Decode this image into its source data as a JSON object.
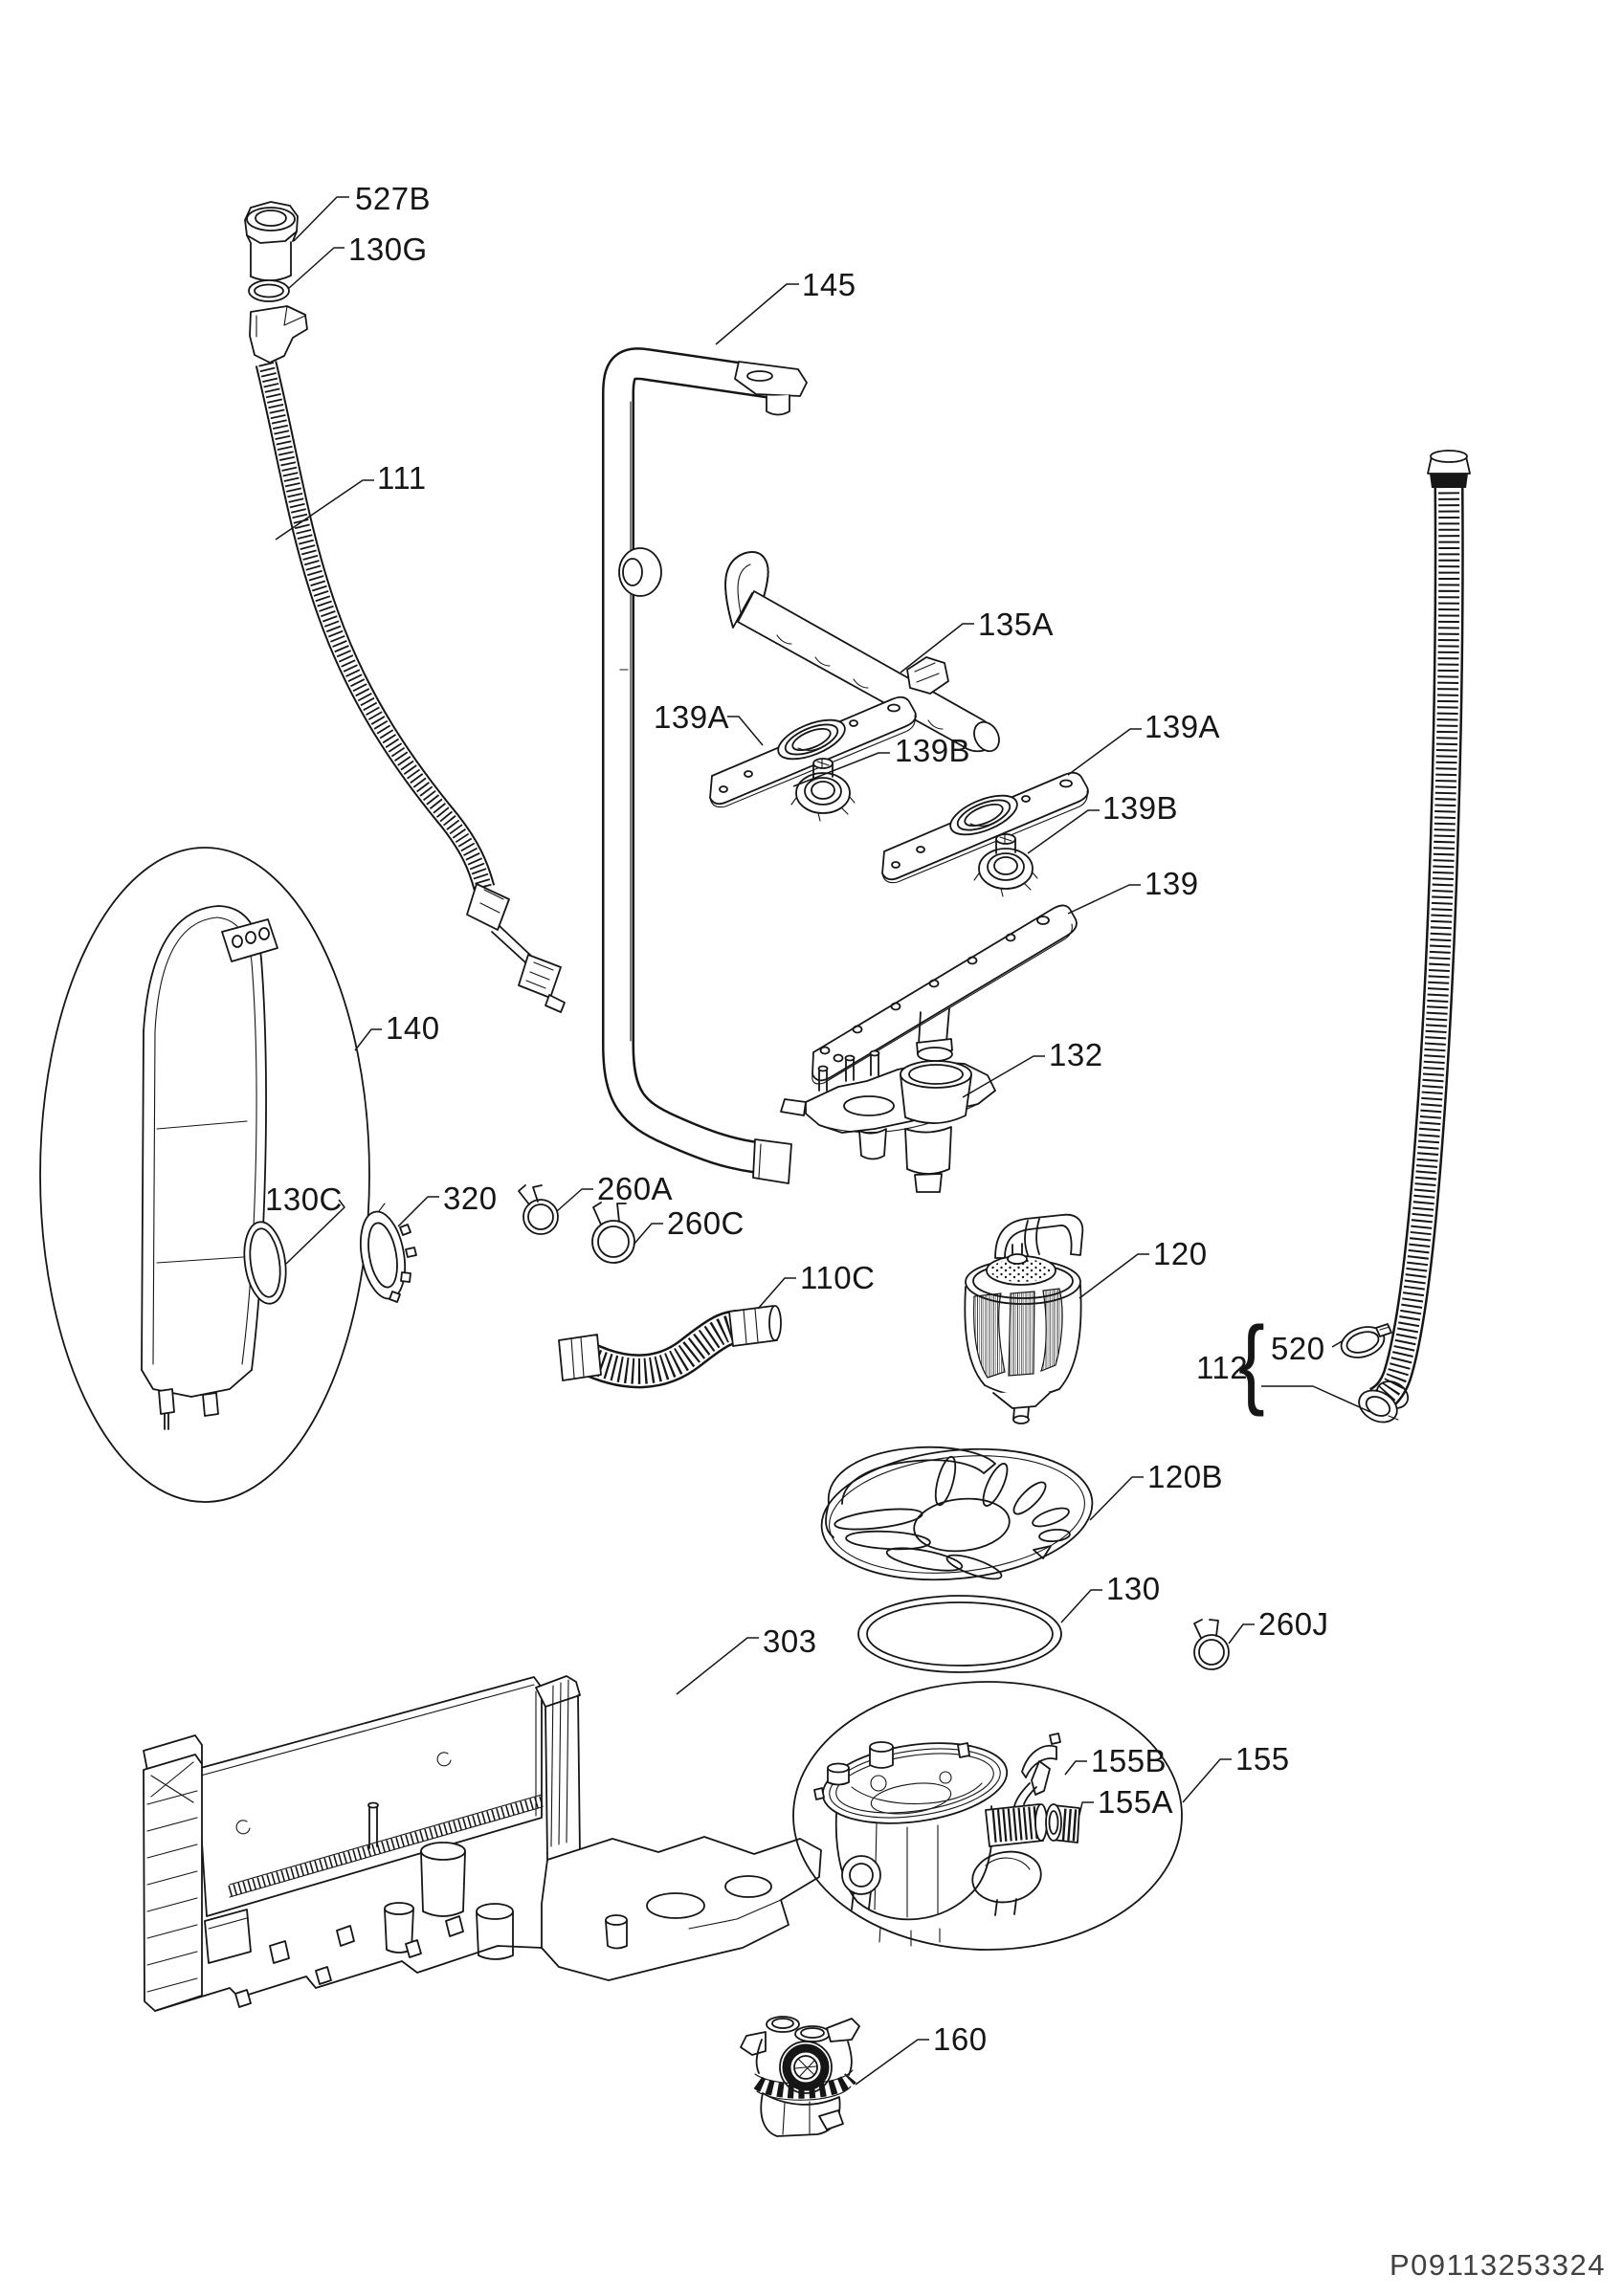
{
  "document": {
    "type": "exploded-parts-diagram",
    "part_code": "P09113253324",
    "line_color": "#161616",
    "background": "#ffffff"
  },
  "labels": {
    "l527B": "527B",
    "l130G": "130G",
    "l145": "145",
    "l111": "111",
    "l135A": "135A",
    "l139A_left": "139A",
    "l139B_left": "139B",
    "l139A_right": "139A",
    "l139B_right": "139B",
    "l139": "139",
    "l132": "132",
    "l140": "140",
    "l130C": "130C",
    "l320": "320",
    "l260A": "260A",
    "l260C": "260C",
    "l110C": "110C",
    "l120": "120",
    "l112": "112",
    "l520": "520",
    "l120B": "120B",
    "l130": "130",
    "l260J": "260J",
    "l303": "303",
    "l155B": "155B",
    "l155A": "155A",
    "l155": "155",
    "l160": "160",
    "brace112": "{"
  }
}
